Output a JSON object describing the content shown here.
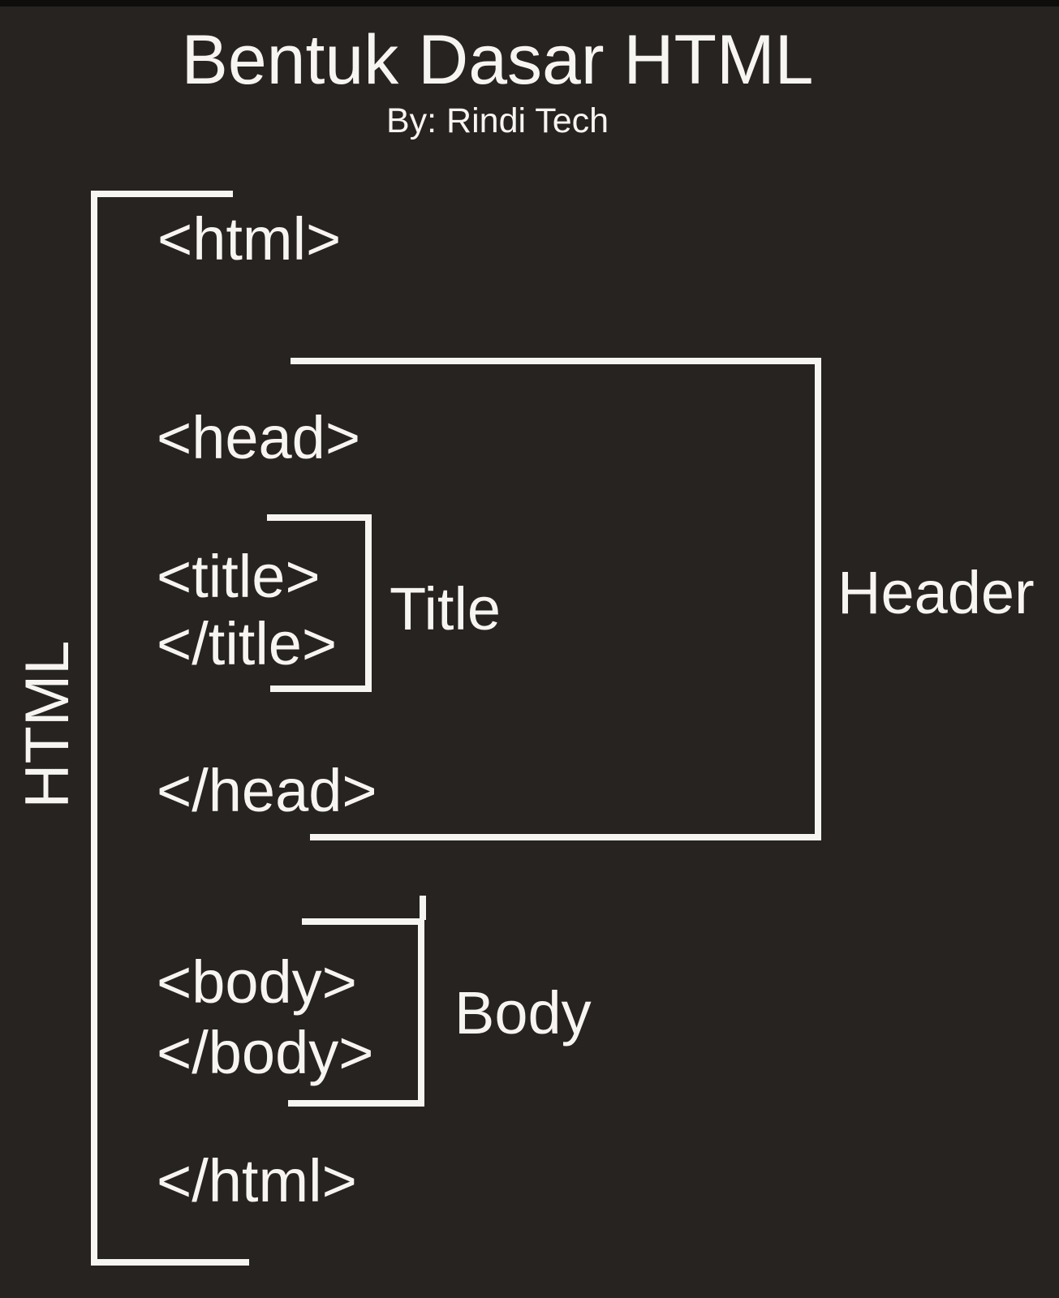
{
  "header": {
    "title": "Bentuk Dasar HTML",
    "subtitle": "By: Rindi Tech"
  },
  "diagram": {
    "root_label": "HTML",
    "tags": {
      "html_open": "<html>",
      "head_open": "<head>",
      "title_open": "<title>",
      "title_close": "</title>",
      "head_close": "</head>",
      "body_open": "<body>",
      "body_close": "</body>",
      "html_close": "</html>"
    },
    "bracket_labels": {
      "title": "Title",
      "header": "Header",
      "body": "Body"
    }
  },
  "colors": {
    "background": "#272320",
    "foreground": "#f7f5f2",
    "bottom_edge": "#0e0d0c"
  }
}
